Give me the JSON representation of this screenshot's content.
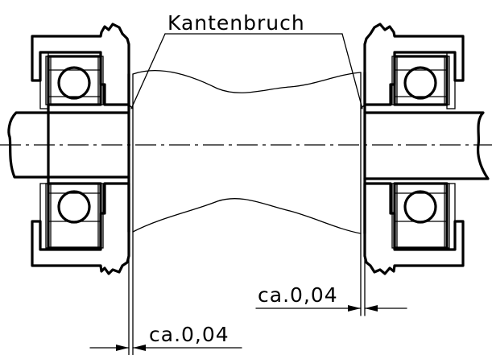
{
  "labels": {
    "edge_break": "Kantenbruch",
    "clearance_right": "ca.0,04",
    "clearance_left": "ca.0,04"
  },
  "colors": {
    "line": "#000000",
    "background": "#ffffff"
  }
}
